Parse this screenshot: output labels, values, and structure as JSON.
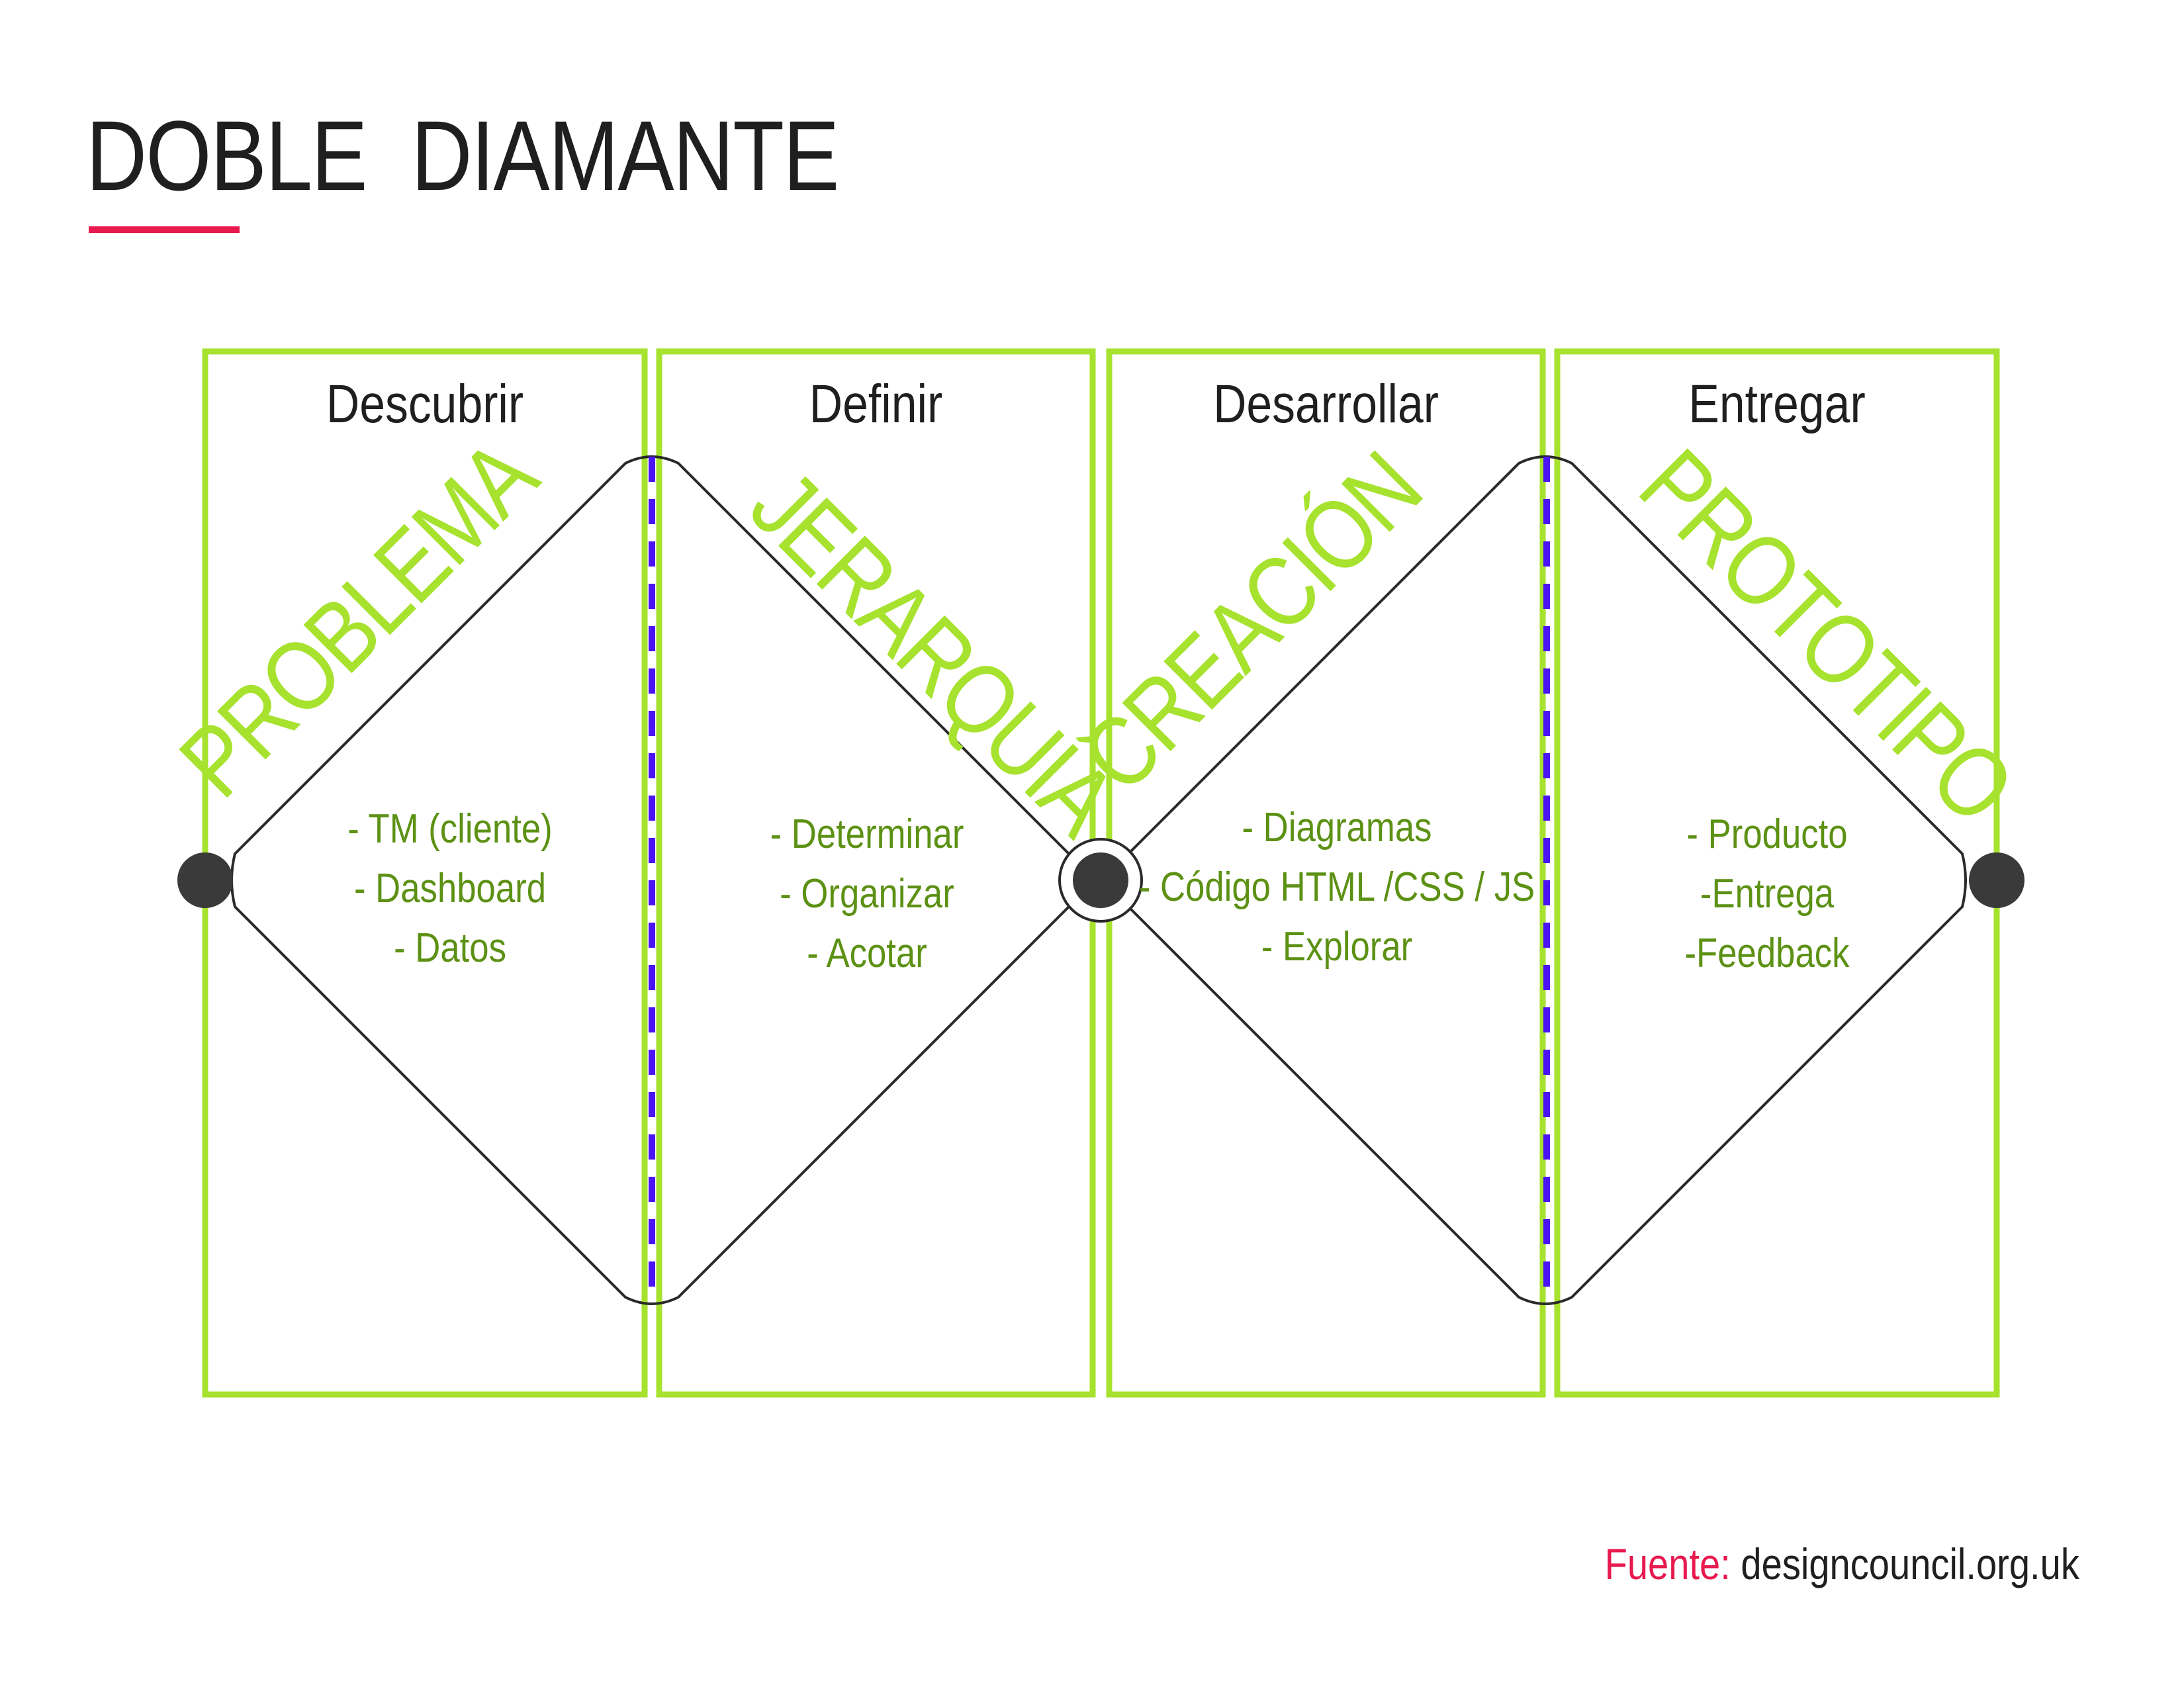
{
  "title": "DOBLE  DIAMANTE",
  "colors": {
    "accent_red": "#e8194f",
    "frame_green": "#a6e22e",
    "text_green": "#5c9114",
    "divider_blue": "#4a14f5",
    "node_dark": "#3a3a3a"
  },
  "phases": [
    {
      "label": "Descubrir"
    },
    {
      "label": "Definir"
    },
    {
      "label": "Desarrollar"
    },
    {
      "label": "Entregar"
    }
  ],
  "diamonds": [
    {
      "left_word": "PROBLEMA",
      "right_word": "JERARQUÍA",
      "left_items": [
        "- TM (cliente)",
        "- Dashboard",
        "- Datos"
      ],
      "right_items": [
        "- Determinar",
        "- Organizar",
        "- Acotar"
      ]
    },
    {
      "left_word": "CREACIÓN",
      "right_word": "PROTOTIPO",
      "left_items": [
        "- Diagramas",
        "- Código HTML /CSS / JS",
        "- Explorar"
      ],
      "right_items": [
        "- Producto",
        "-Entrega",
        "-Feedback"
      ]
    }
  ],
  "source": {
    "label": "Fuente:",
    "value": "designcouncil.org.uk"
  }
}
